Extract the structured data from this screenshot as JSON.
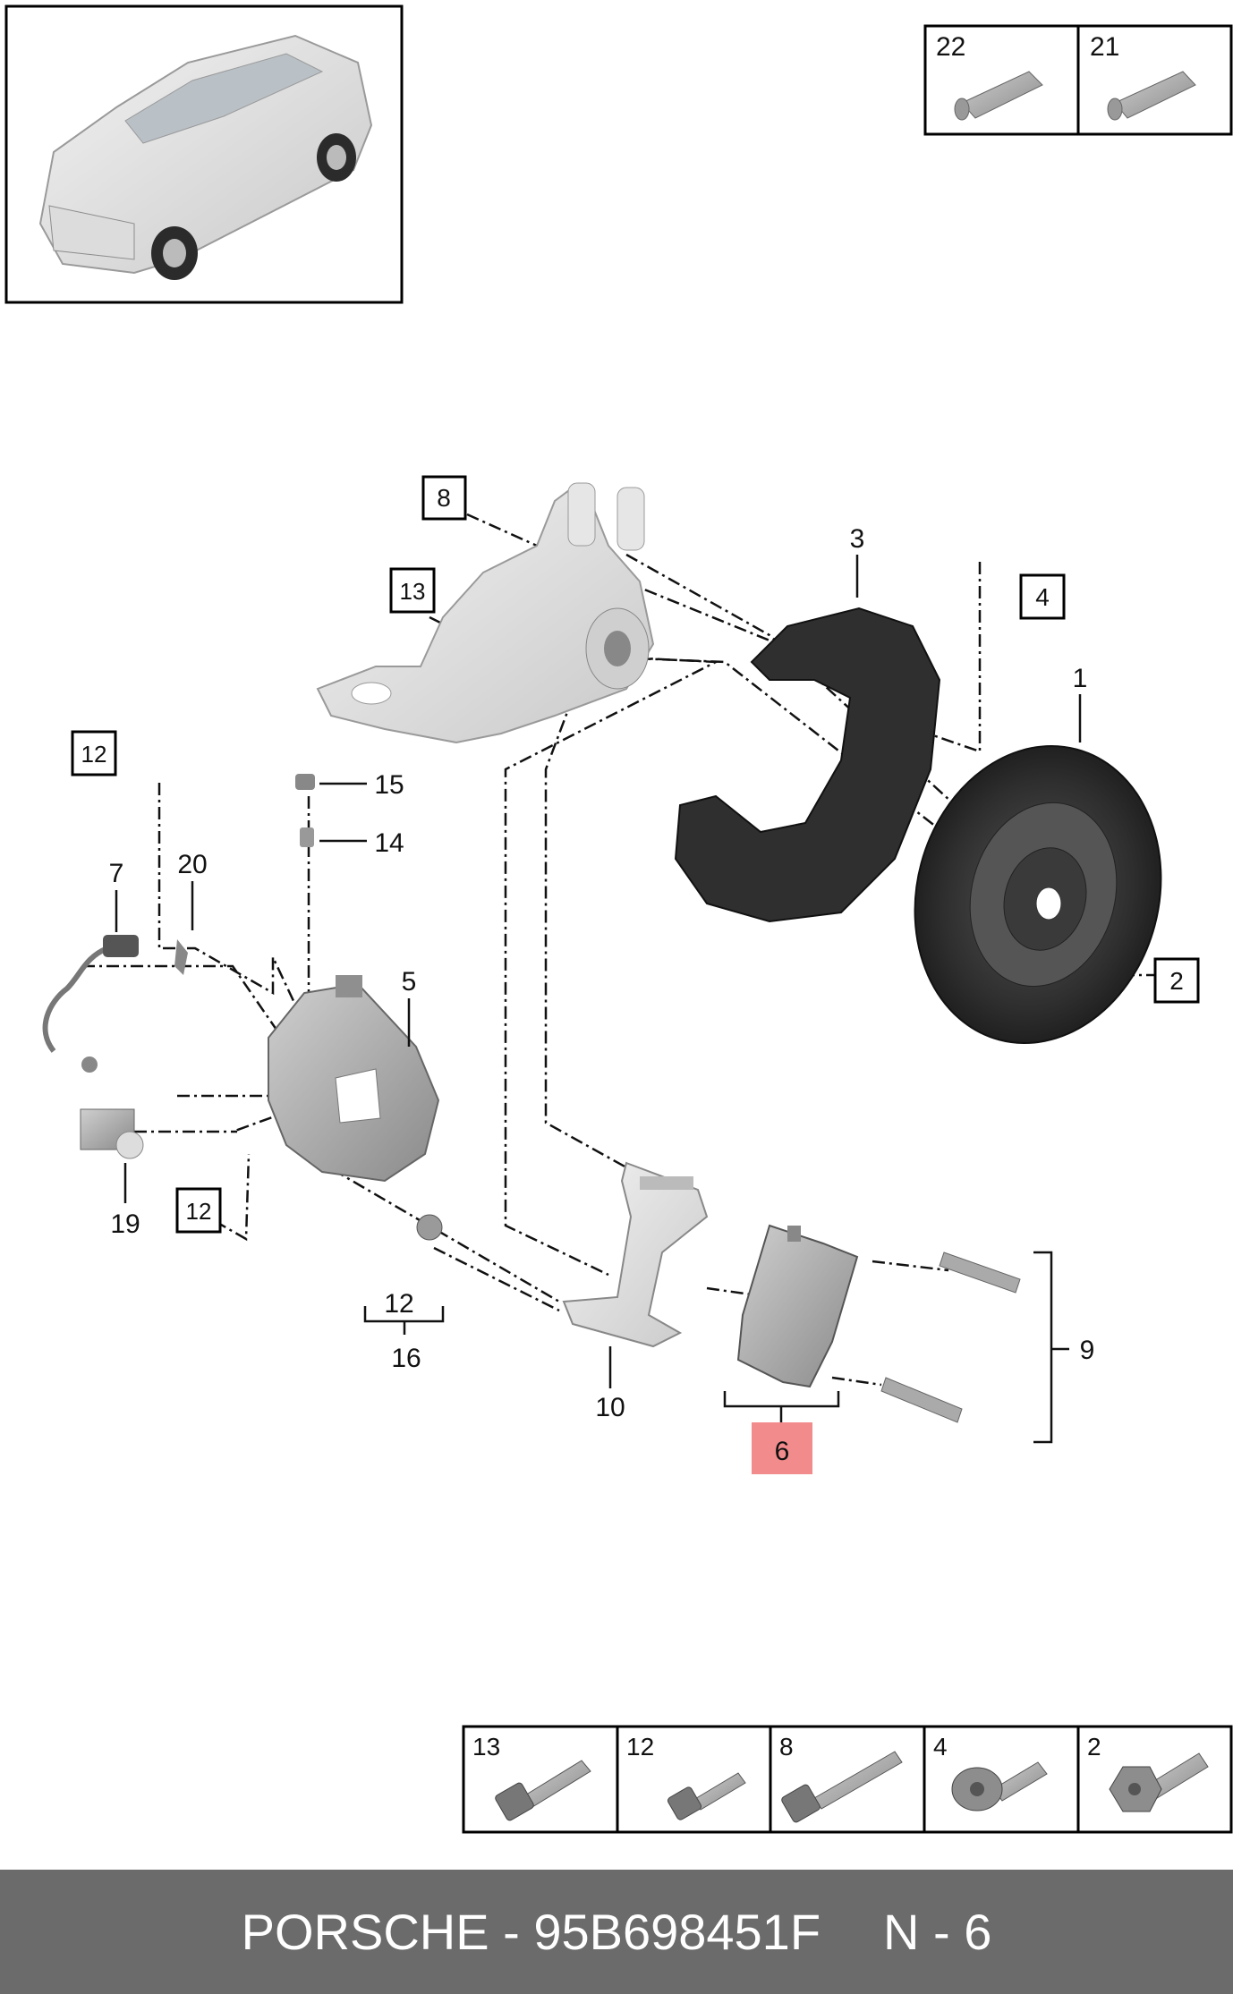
{
  "callouts": {
    "c1": "1",
    "c2": "2",
    "c3": "3",
    "c4": "4",
    "c5": "5",
    "c6": "6",
    "c7": "7",
    "c8": "8",
    "c9": "9",
    "c10": "10",
    "c12a": "12",
    "c12b": "12",
    "c12c": "12",
    "c13": "13",
    "c14": "14",
    "c15": "15",
    "c16": "16",
    "c19": "19",
    "c20": "20"
  },
  "top_panel": {
    "cells": [
      "22",
      "21"
    ]
  },
  "bottom_panel": {
    "cells": [
      "13",
      "12",
      "8",
      "4",
      "2"
    ]
  },
  "highlight": {
    "color": "#f28b8b",
    "part": "6"
  },
  "footer": {
    "part_info": "PORSCHE - 95B698451F",
    "page": "N - 6"
  }
}
